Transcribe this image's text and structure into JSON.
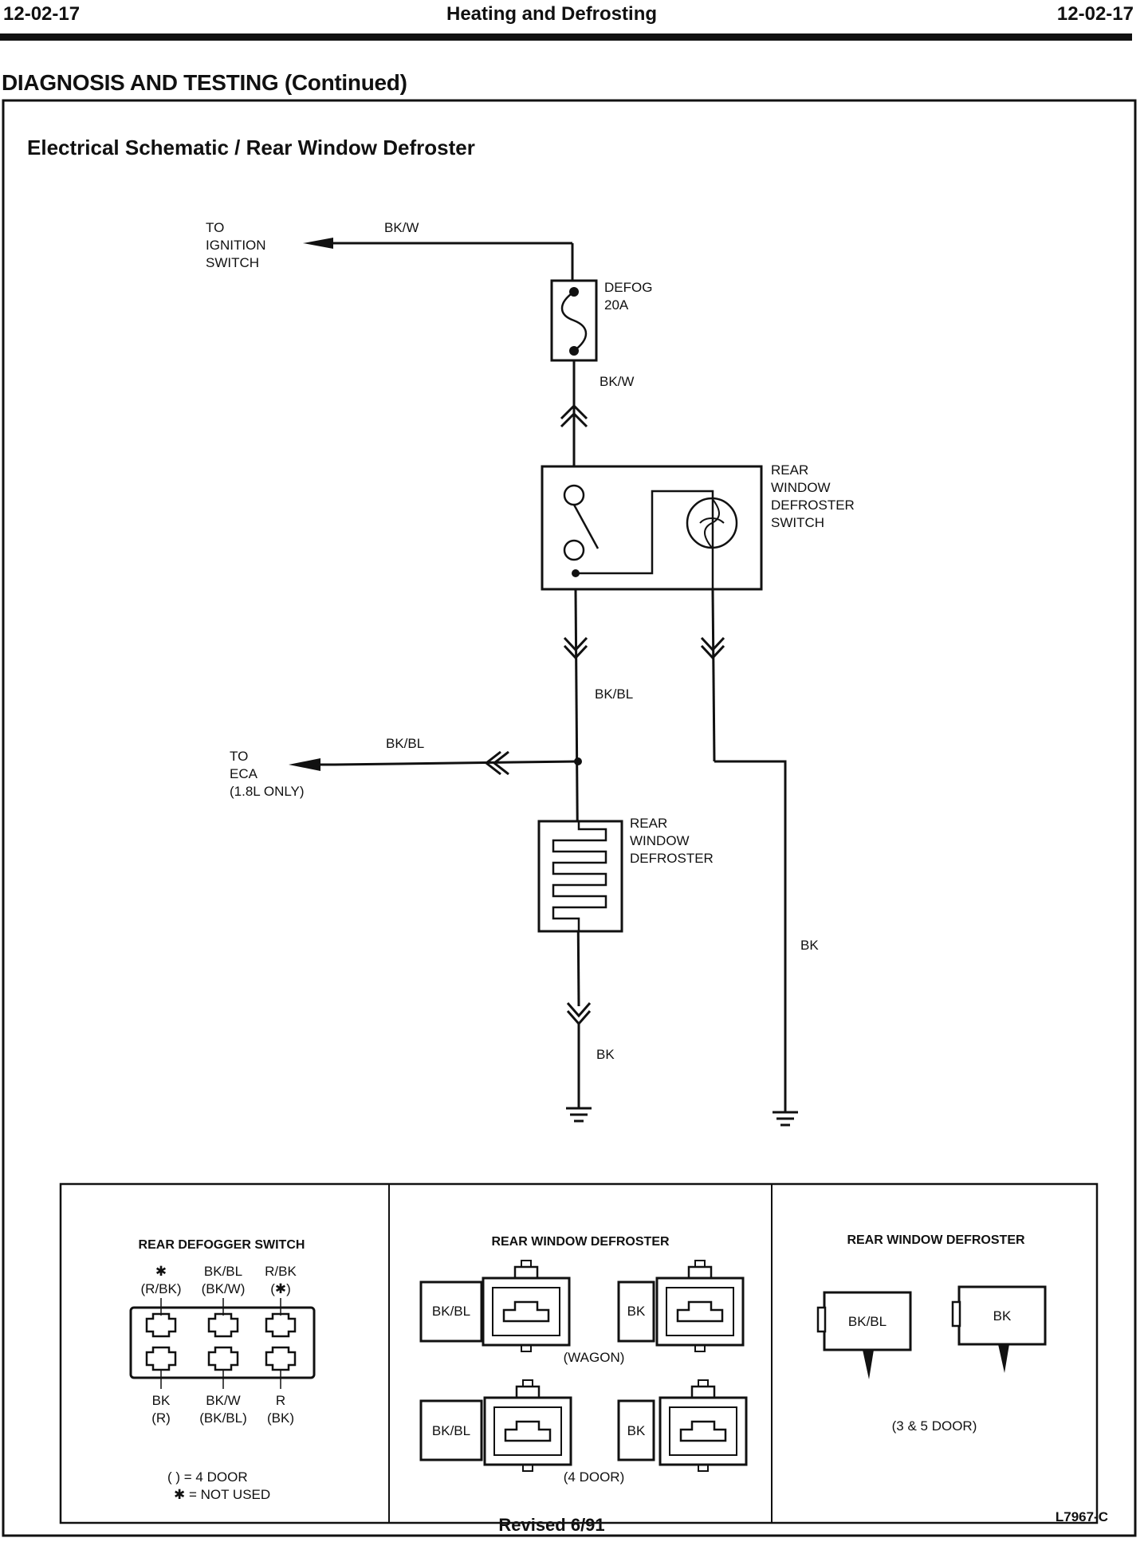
{
  "header": {
    "left_code": "12-02-17",
    "center_title": "Heating and Defrosting",
    "right_code": "12-02-17"
  },
  "section_title": "DIAGNOSIS AND TESTING (Continued)",
  "schematic": {
    "title": "Electrical Schematic / Rear Window Defroster",
    "ignition_label": [
      "TO",
      "IGNITION",
      "SWITCH"
    ],
    "wire_bkw_top": "BK/W",
    "fuse_label": [
      "DEFOG",
      "20A"
    ],
    "wire_bkw_mid": "BK/W",
    "switch_label": [
      "REAR",
      "WINDOW",
      "DEFROSTER",
      "SWITCH"
    ],
    "wire_bkbl_vertical": "BK/BL",
    "wire_bkbl_eca": "BK/BL",
    "eca_label": [
      "TO",
      "ECA",
      "(1.8L ONLY)"
    ],
    "defroster_label": [
      "REAR",
      "WINDOW",
      "DEFROSTER"
    ],
    "wire_bk_right": "BK",
    "wire_bk_bottom": "BK"
  },
  "connectors": {
    "panel1": {
      "title": "REAR DEFOGGER SWITCH",
      "top_pins": [
        {
          "a": "✱",
          "b": "(R/BK)"
        },
        {
          "a": "BK/BL",
          "b": "(BK/W)"
        },
        {
          "a": "R/BK",
          "b": "(✱)"
        }
      ],
      "bottom_pins": [
        {
          "a": "BK",
          "b": "(R)"
        },
        {
          "a": "BK/W",
          "b": "(BK/BL)"
        },
        {
          "a": "R",
          "b": "(BK)"
        }
      ],
      "legend_4door": "(     ) = 4 DOOR",
      "legend_not_used": "✱ = NOT USED"
    },
    "panel2": {
      "title": "REAR WINDOW DEFROSTER",
      "wagon_left_tag": "BK/BL",
      "wagon_right_tag": "BK",
      "wagon_caption": "(WAGON)",
      "door4_left_tag": "BK/BL",
      "door4_right_tag": "BK",
      "door4_caption": "(4 DOOR)"
    },
    "panel3": {
      "title": "REAR WINDOW DEFROSTER",
      "left_tag": "BK/BL",
      "right_tag": "BK",
      "caption": "(3 & 5 DOOR)"
    }
  },
  "footer": {
    "revised": "Revised 6/91",
    "code": "L7967-C"
  },
  "colors": {
    "ink": "#111111",
    "paper": "#ffffff"
  }
}
